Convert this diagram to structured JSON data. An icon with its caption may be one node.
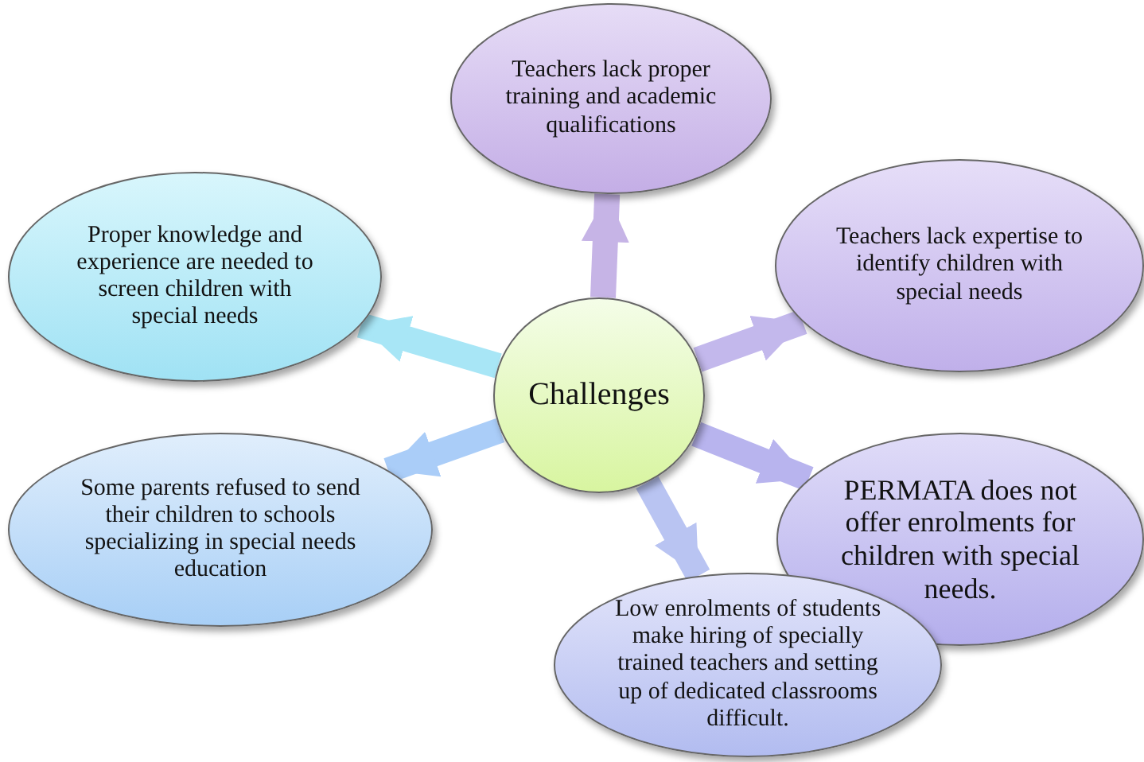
{
  "diagram": {
    "nodes": [
      {
        "text": [
          "Challenges"
        ]
      },
      {
        "text": [
          "Teachers lack proper training and academic qualifications"
        ]
      },
      {
        "text": [
          "Proper knowledge and experience are needed to screen children with special needs"
        ]
      },
      {
        "text": [
          "Teachers lack expertise to identify children with special needs"
        ]
      },
      {
        "text": [
          "Some parents refused to send their children to schools specializing in special needs education"
        ]
      },
      {
        "text": [
          "PERMATA does not offer enrolments for children with special needs."
        ]
      },
      {
        "text": [
          "Low enrolments of students make hiring of specially trained teachers and setting up of dedicated classrooms difficult."
        ]
      }
    ],
    "edges": [
      {
        "from": 0,
        "to": 1,
        "arrow": "to",
        "color": "#c6b4e6"
      },
      {
        "from": 0,
        "to": 2,
        "arrow": "to",
        "color": "#a8e6f6"
      },
      {
        "from": 0,
        "to": 3,
        "arrow": "to",
        "color": "#c3b8ec"
      },
      {
        "from": 0,
        "to": 4,
        "arrow": "to",
        "color": "#aacdf8"
      },
      {
        "from": 0,
        "to": 5,
        "arrow": "to",
        "color": "#b8b4ee"
      },
      {
        "from": 0,
        "to": 6,
        "arrow": "to",
        "color": "#b9c4f2"
      }
    ]
  }
}
